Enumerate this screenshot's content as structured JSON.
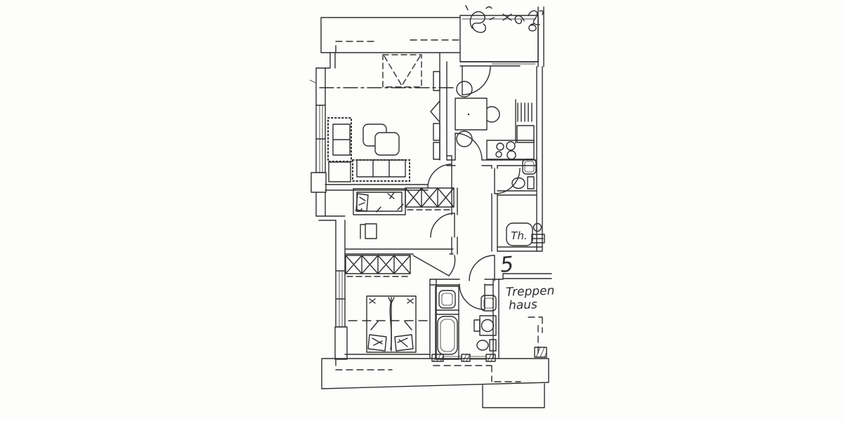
{
  "palette": {
    "paper": "#fdfdfb",
    "ink": "#2e2e2e",
    "shade_gray": "#ababab"
  },
  "floor_plan": {
    "unit_number": "5",
    "labels": {
      "water_heater": "Th.",
      "stairwell_line1": "Treppen",
      "stairwell_line2": "haus"
    },
    "rooms": [
      {
        "id": "living-room",
        "furniture": [
          "corner-sofa",
          "coffee-table-pair",
          "side-table",
          "skylight-dashed-box"
        ]
      },
      {
        "id": "kitchen",
        "furniture": [
          "dining-table",
          "three-stools",
          "counter-with-sink",
          "stove-four-burners"
        ]
      },
      {
        "id": "wc",
        "furniture": [
          "hand-basin",
          "toilet"
        ]
      },
      {
        "id": "heater-closet",
        "furniture": [
          "water-heater-box",
          "boiler-symbol"
        ]
      },
      {
        "id": "hallway",
        "furniture": [
          "entrance-door"
        ]
      },
      {
        "id": "child-bedroom",
        "furniture": [
          "single-bed",
          "desk",
          "wardrobe-three-bay"
        ]
      },
      {
        "id": "master-bedroom",
        "furniture": [
          "double-bed",
          "wardrobe-four-bay"
        ]
      },
      {
        "id": "bathroom",
        "furniture": [
          "wash-basin",
          "bathtub",
          "shower-basin",
          "washing-machine",
          "toilet"
        ]
      },
      {
        "id": "stairwell",
        "label": "Treppenhaus"
      }
    ],
    "annotations": [
      "illegible-pencil-scribble-top-right"
    ]
  }
}
